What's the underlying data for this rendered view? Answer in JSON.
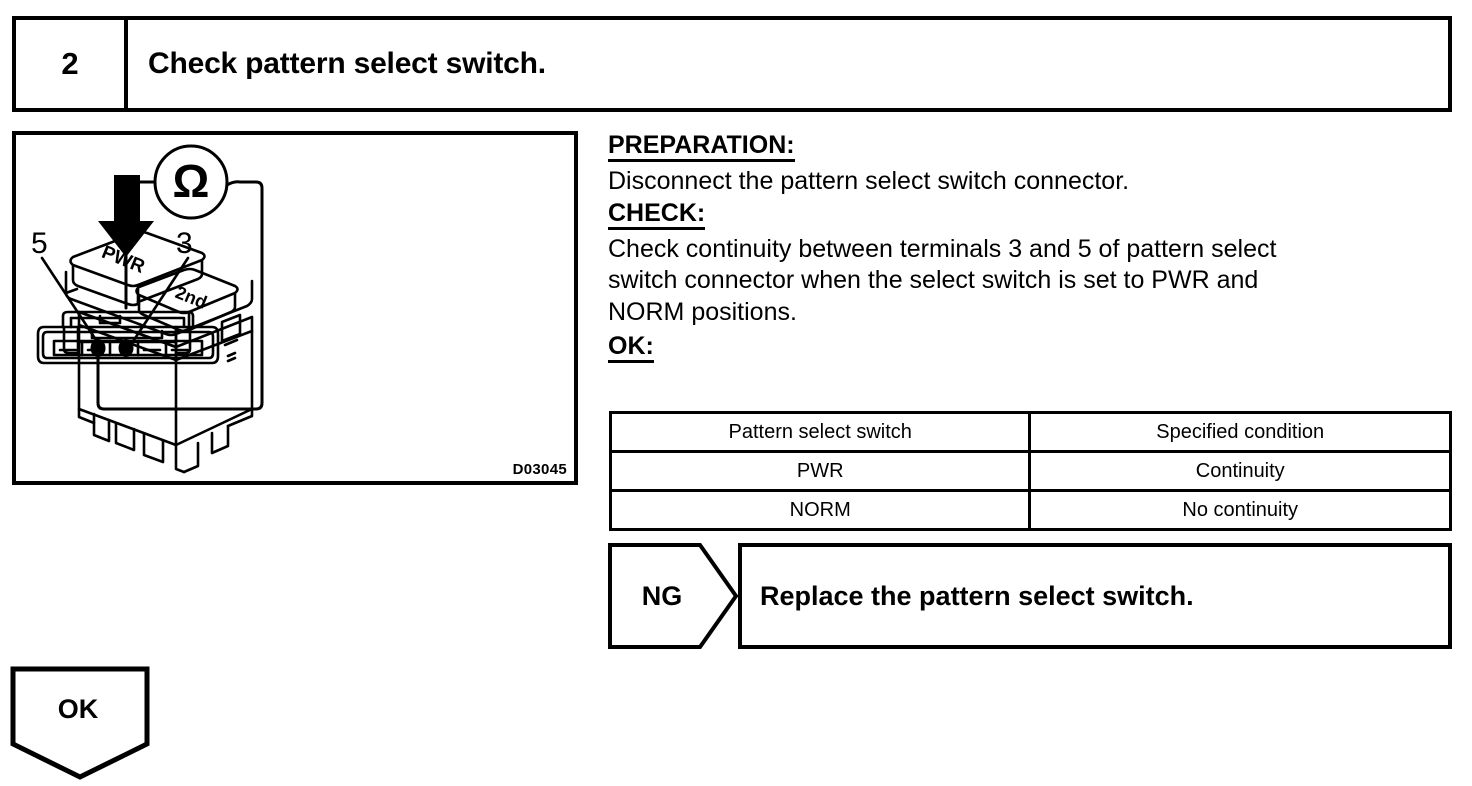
{
  "step": {
    "number": "2",
    "title": "Check pattern select switch."
  },
  "illustration": {
    "figure_code": "D03045",
    "switch_button_labels": [
      "PWR",
      "2nd"
    ],
    "meter_symbol": "Ω",
    "terminal_labels": [
      "5",
      "3"
    ],
    "icons": {
      "press_arrow": "down-arrow-icon",
      "ohmmeter": "ohmmeter-icon"
    }
  },
  "instructions": {
    "preparation_heading": "PREPARATION:",
    "preparation_text": "Disconnect the pattern select switch connector.",
    "check_heading": "CHECK:",
    "check_text_line1": "Check continuity between terminals 3 and 5 of pattern select",
    "check_text_line2": "switch connector when the select switch is set to PWR and",
    "check_text_line3": "NORM positions.",
    "ok_heading": "OK:"
  },
  "spec_table": {
    "headers": [
      "Pattern select switch",
      "Specified condition"
    ],
    "rows": [
      [
        "PWR",
        "Continuity"
      ],
      [
        "NORM",
        "No continuity"
      ]
    ]
  },
  "ng_branch": {
    "label": "NG",
    "action": "Replace the pattern select switch."
  },
  "ok_branch": {
    "label": "OK"
  },
  "colors": {
    "ink": "#000000",
    "paper": "#ffffff"
  }
}
